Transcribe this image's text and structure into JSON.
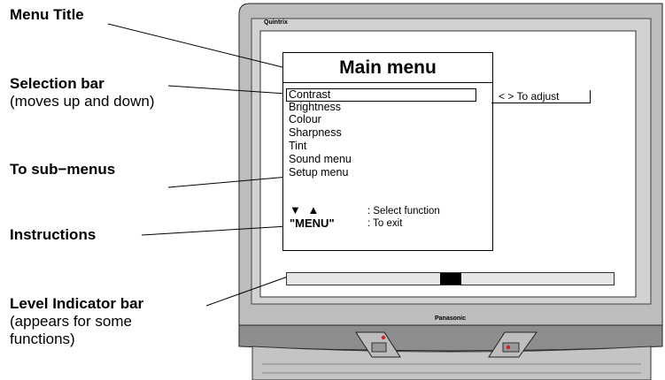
{
  "callouts": [
    {
      "title": "Menu Title",
      "subtitle": ""
    },
    {
      "title": "Selection bar",
      "subtitle": "(moves up and down)"
    },
    {
      "title": "To sub−menus",
      "subtitle": ""
    },
    {
      "title": "Instructions",
      "subtitle": ""
    },
    {
      "title": "Level Indicator bar",
      "subtitle": "(appears for some functions)"
    }
  ],
  "tv": {
    "brand_top": "Quintrix",
    "brand_bottom": "Panasonic"
  },
  "menu": {
    "title": "Main menu",
    "items": [
      "Contrast",
      "Brightness",
      "Colour",
      "Sharpness",
      "Tint",
      "Sound menu",
      "Setup menu"
    ],
    "selected_index": 0,
    "adjust_hint": "< > To adjust",
    "instructions": {
      "arrows_label": "▼ ▲",
      "arrows_text": ": Select function",
      "menu_label": "\"MENU\"",
      "menu_text": ": To exit"
    }
  },
  "level_indicator": {
    "value_fraction": 0.5
  },
  "colors": {
    "tv_frame": "#b9b9b9",
    "screen_surround": "#e8e8e8",
    "base_dark": "#8c8c8c",
    "led": "#cc2222"
  }
}
